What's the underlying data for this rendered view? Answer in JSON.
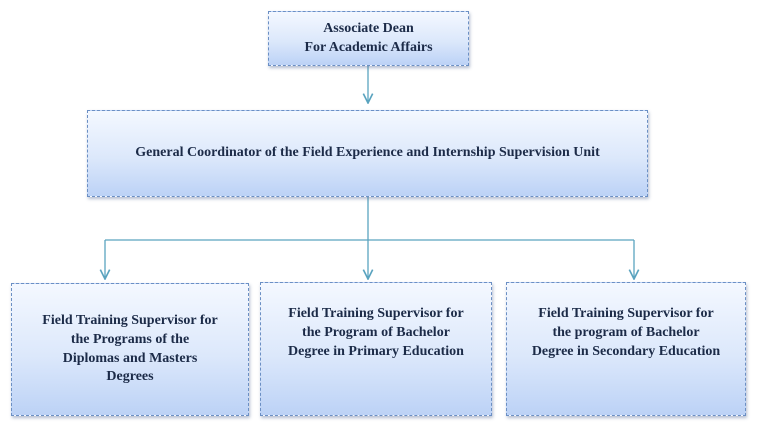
{
  "diagram": {
    "colors": {
      "connector": "#5aa3bf",
      "box_border": "#6b8fc4",
      "box_top": "#f4f8ff",
      "box_bottom": "#bcd2f6",
      "text": "#1c2b48"
    },
    "top": {
      "label": "Associate Dean\nFor Academic Affairs"
    },
    "middle": {
      "label": "General Coordinator of the Field Experience and Internship Supervision Unit"
    },
    "children": [
      {
        "label": "Field Training Supervisor for\nthe Programs of the\nDiplomas and Masters\nDegrees"
      },
      {
        "label": "Field Training Supervisor for\nthe Program of Bachelor\nDegree in Primary Education"
      },
      {
        "label": "Field Training Supervisor for\nthe program of Bachelor\nDegree in Secondary Education"
      }
    ]
  }
}
